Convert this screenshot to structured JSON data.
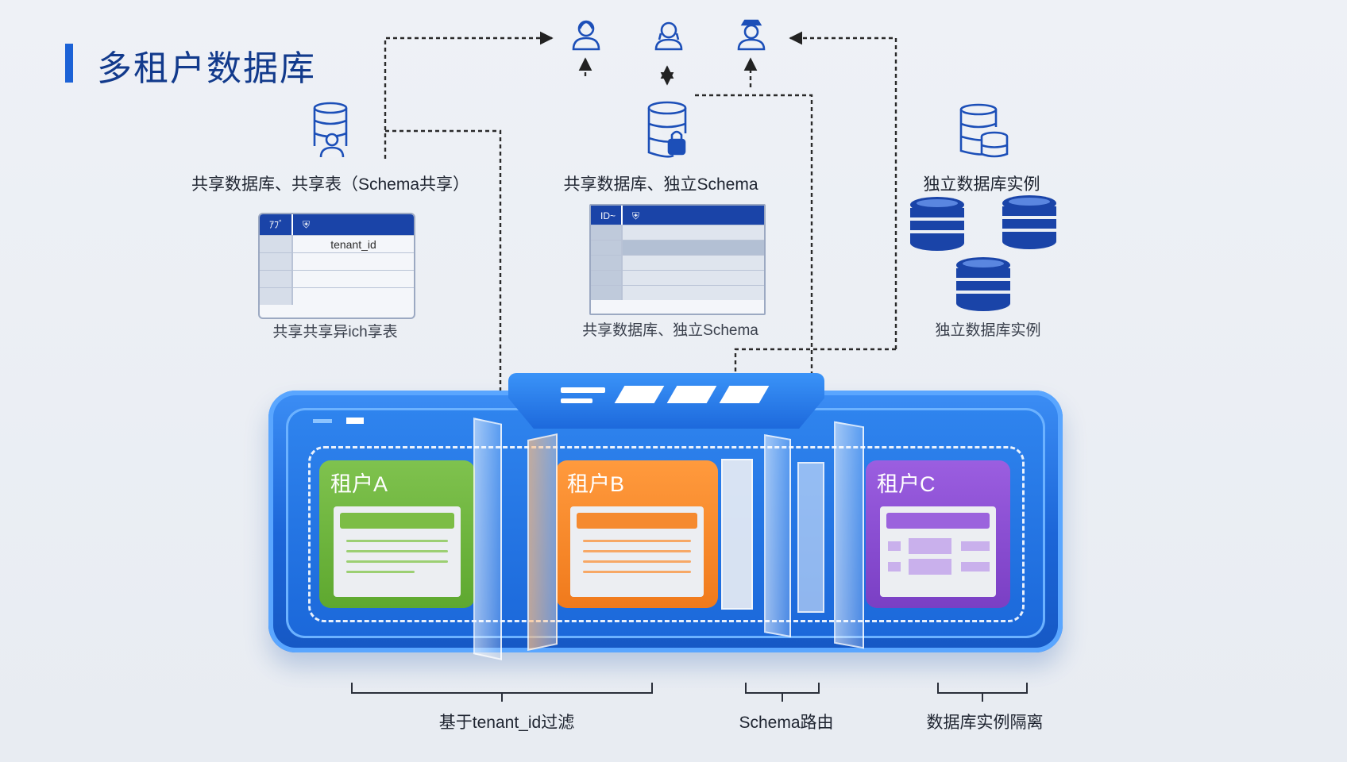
{
  "page": {
    "title": "多租户数据库"
  },
  "models": {
    "shared_table": {
      "label": "共享数据库、共享表（Schema共享）",
      "table_header": [
        "ｱﾌﾞ",
        "⛨"
      ],
      "column_value": "tenant_id",
      "caption": "共享共享异ich享表"
    },
    "separate_schema": {
      "label": "共享数据库、独立Schema",
      "table_header": [
        "ID~",
        "⛨"
      ],
      "caption": "共享数据库、独立Schema"
    },
    "separate_db": {
      "label": "独立数据库实例",
      "caption": "独立数据库实例"
    }
  },
  "tenants": [
    {
      "name": "租户A",
      "color": "#6db33f"
    },
    {
      "name": "租户B",
      "color": "#f58a2f"
    },
    {
      "name": "租户C",
      "color": "#8c4fd1"
    }
  ],
  "isolation": {
    "filter": "基于tenant_id过滤",
    "routing": "Schema路由",
    "instance": "数据库实例隔离"
  },
  "colors": {
    "accent": "#1c62d6",
    "navy": "#1a44a8"
  },
  "icons": [
    "user-icon",
    "user-icon",
    "user-icon",
    "database-user-icon",
    "database-lock-icon",
    "database-stack-icon",
    "database-icon"
  ]
}
